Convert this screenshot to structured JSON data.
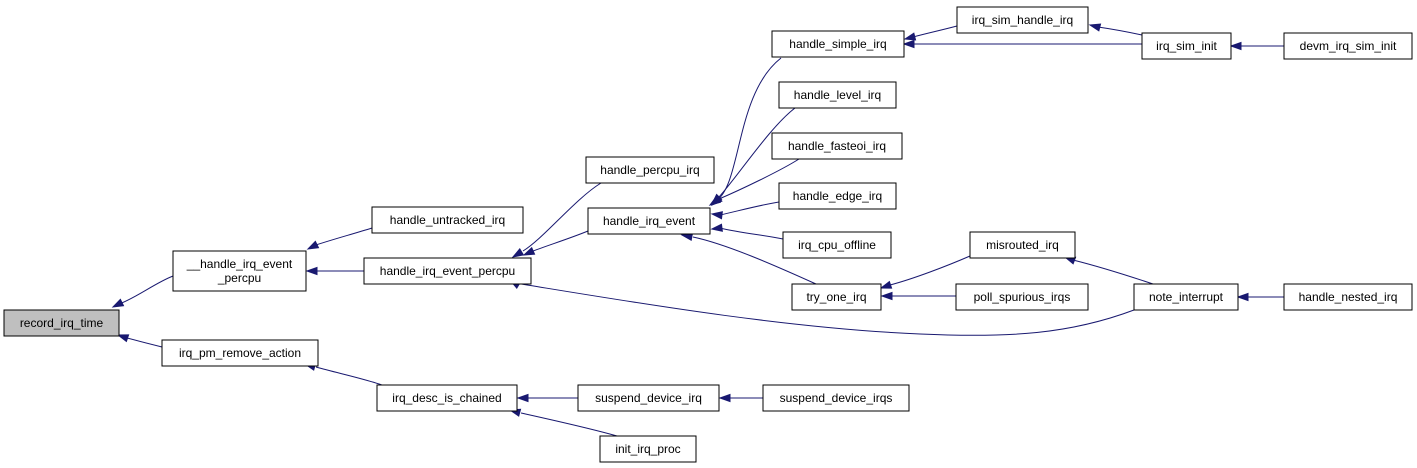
{
  "diagram": {
    "type": "call-graph",
    "colors": {
      "edge": "#191970",
      "node_fill": "#ffffff",
      "root_fill": "#bfbfbf",
      "border": "#000000"
    },
    "nodes": [
      {
        "id": "record_irq_time",
        "lines": [
          "record_irq_time"
        ],
        "root": true
      },
      {
        "id": "__handle_irq_event_percpu",
        "lines": [
          "__handle_irq_event",
          "_percpu"
        ]
      },
      {
        "id": "irq_pm_remove_action",
        "lines": [
          "irq_pm_remove_action"
        ]
      },
      {
        "id": "handle_untracked_irq",
        "lines": [
          "handle_untracked_irq"
        ]
      },
      {
        "id": "handle_irq_event_percpu",
        "lines": [
          "handle_irq_event_percpu"
        ]
      },
      {
        "id": "irq_desc_is_chained",
        "lines": [
          "irq_desc_is_chained"
        ]
      },
      {
        "id": "handle_percpu_irq",
        "lines": [
          "handle_percpu_irq"
        ]
      },
      {
        "id": "handle_irq_event",
        "lines": [
          "handle_irq_event"
        ]
      },
      {
        "id": "suspend_device_irq",
        "lines": [
          "suspend_device_irq"
        ]
      },
      {
        "id": "init_irq_proc",
        "lines": [
          "init_irq_proc"
        ]
      },
      {
        "id": "handle_simple_irq",
        "lines": [
          "handle_simple_irq"
        ]
      },
      {
        "id": "handle_level_irq",
        "lines": [
          "handle_level_irq"
        ]
      },
      {
        "id": "handle_fasteoi_irq",
        "lines": [
          "handle_fasteoi_irq"
        ]
      },
      {
        "id": "handle_edge_irq",
        "lines": [
          "handle_edge_irq"
        ]
      },
      {
        "id": "irq_cpu_offline",
        "lines": [
          "irq_cpu_offline"
        ]
      },
      {
        "id": "try_one_irq",
        "lines": [
          "try_one_irq"
        ]
      },
      {
        "id": "suspend_device_irqs",
        "lines": [
          "suspend_device_irqs"
        ]
      },
      {
        "id": "irq_sim_handle_irq",
        "lines": [
          "irq_sim_handle_irq"
        ]
      },
      {
        "id": "misrouted_irq",
        "lines": [
          "misrouted_irq"
        ]
      },
      {
        "id": "poll_spurious_irqs",
        "lines": [
          "poll_spurious_irqs"
        ]
      },
      {
        "id": "irq_sim_init",
        "lines": [
          "irq_sim_init"
        ]
      },
      {
        "id": "note_interrupt",
        "lines": [
          "note_interrupt"
        ]
      },
      {
        "id": "devm_irq_sim_init",
        "lines": [
          "devm_irq_sim_init"
        ]
      },
      {
        "id": "handle_nested_irq",
        "lines": [
          "handle_nested_irq"
        ]
      }
    ],
    "edges": [
      {
        "from": "__handle_irq_event_percpu",
        "to": "record_irq_time"
      },
      {
        "from": "irq_pm_remove_action",
        "to": "record_irq_time"
      },
      {
        "from": "handle_untracked_irq",
        "to": "__handle_irq_event_percpu"
      },
      {
        "from": "handle_irq_event_percpu",
        "to": "__handle_irq_event_percpu"
      },
      {
        "from": "irq_desc_is_chained",
        "to": "irq_pm_remove_action"
      },
      {
        "from": "handle_percpu_irq",
        "to": "handle_irq_event_percpu"
      },
      {
        "from": "handle_irq_event",
        "to": "handle_irq_event_percpu"
      },
      {
        "from": "note_interrupt",
        "to": "handle_irq_event_percpu"
      },
      {
        "from": "suspend_device_irq",
        "to": "irq_desc_is_chained"
      },
      {
        "from": "init_irq_proc",
        "to": "irq_desc_is_chained"
      },
      {
        "from": "handle_simple_irq",
        "to": "handle_irq_event"
      },
      {
        "from": "handle_level_irq",
        "to": "handle_irq_event"
      },
      {
        "from": "handle_fasteoi_irq",
        "to": "handle_irq_event"
      },
      {
        "from": "handle_edge_irq",
        "to": "handle_irq_event"
      },
      {
        "from": "irq_cpu_offline",
        "to": "handle_irq_event"
      },
      {
        "from": "try_one_irq",
        "to": "handle_irq_event"
      },
      {
        "from": "suspend_device_irqs",
        "to": "suspend_device_irq"
      },
      {
        "from": "irq_sim_handle_irq",
        "to": "handle_simple_irq"
      },
      {
        "from": "irq_sim_init",
        "to": "handle_simple_irq"
      },
      {
        "from": "misrouted_irq",
        "to": "try_one_irq"
      },
      {
        "from": "poll_spurious_irqs",
        "to": "try_one_irq"
      },
      {
        "from": "irq_sim_init",
        "to": "irq_sim_handle_irq"
      },
      {
        "from": "devm_irq_sim_init",
        "to": "irq_sim_init"
      },
      {
        "from": "note_interrupt",
        "to": "misrouted_irq"
      },
      {
        "from": "handle_nested_irq",
        "to": "note_interrupt"
      }
    ]
  }
}
